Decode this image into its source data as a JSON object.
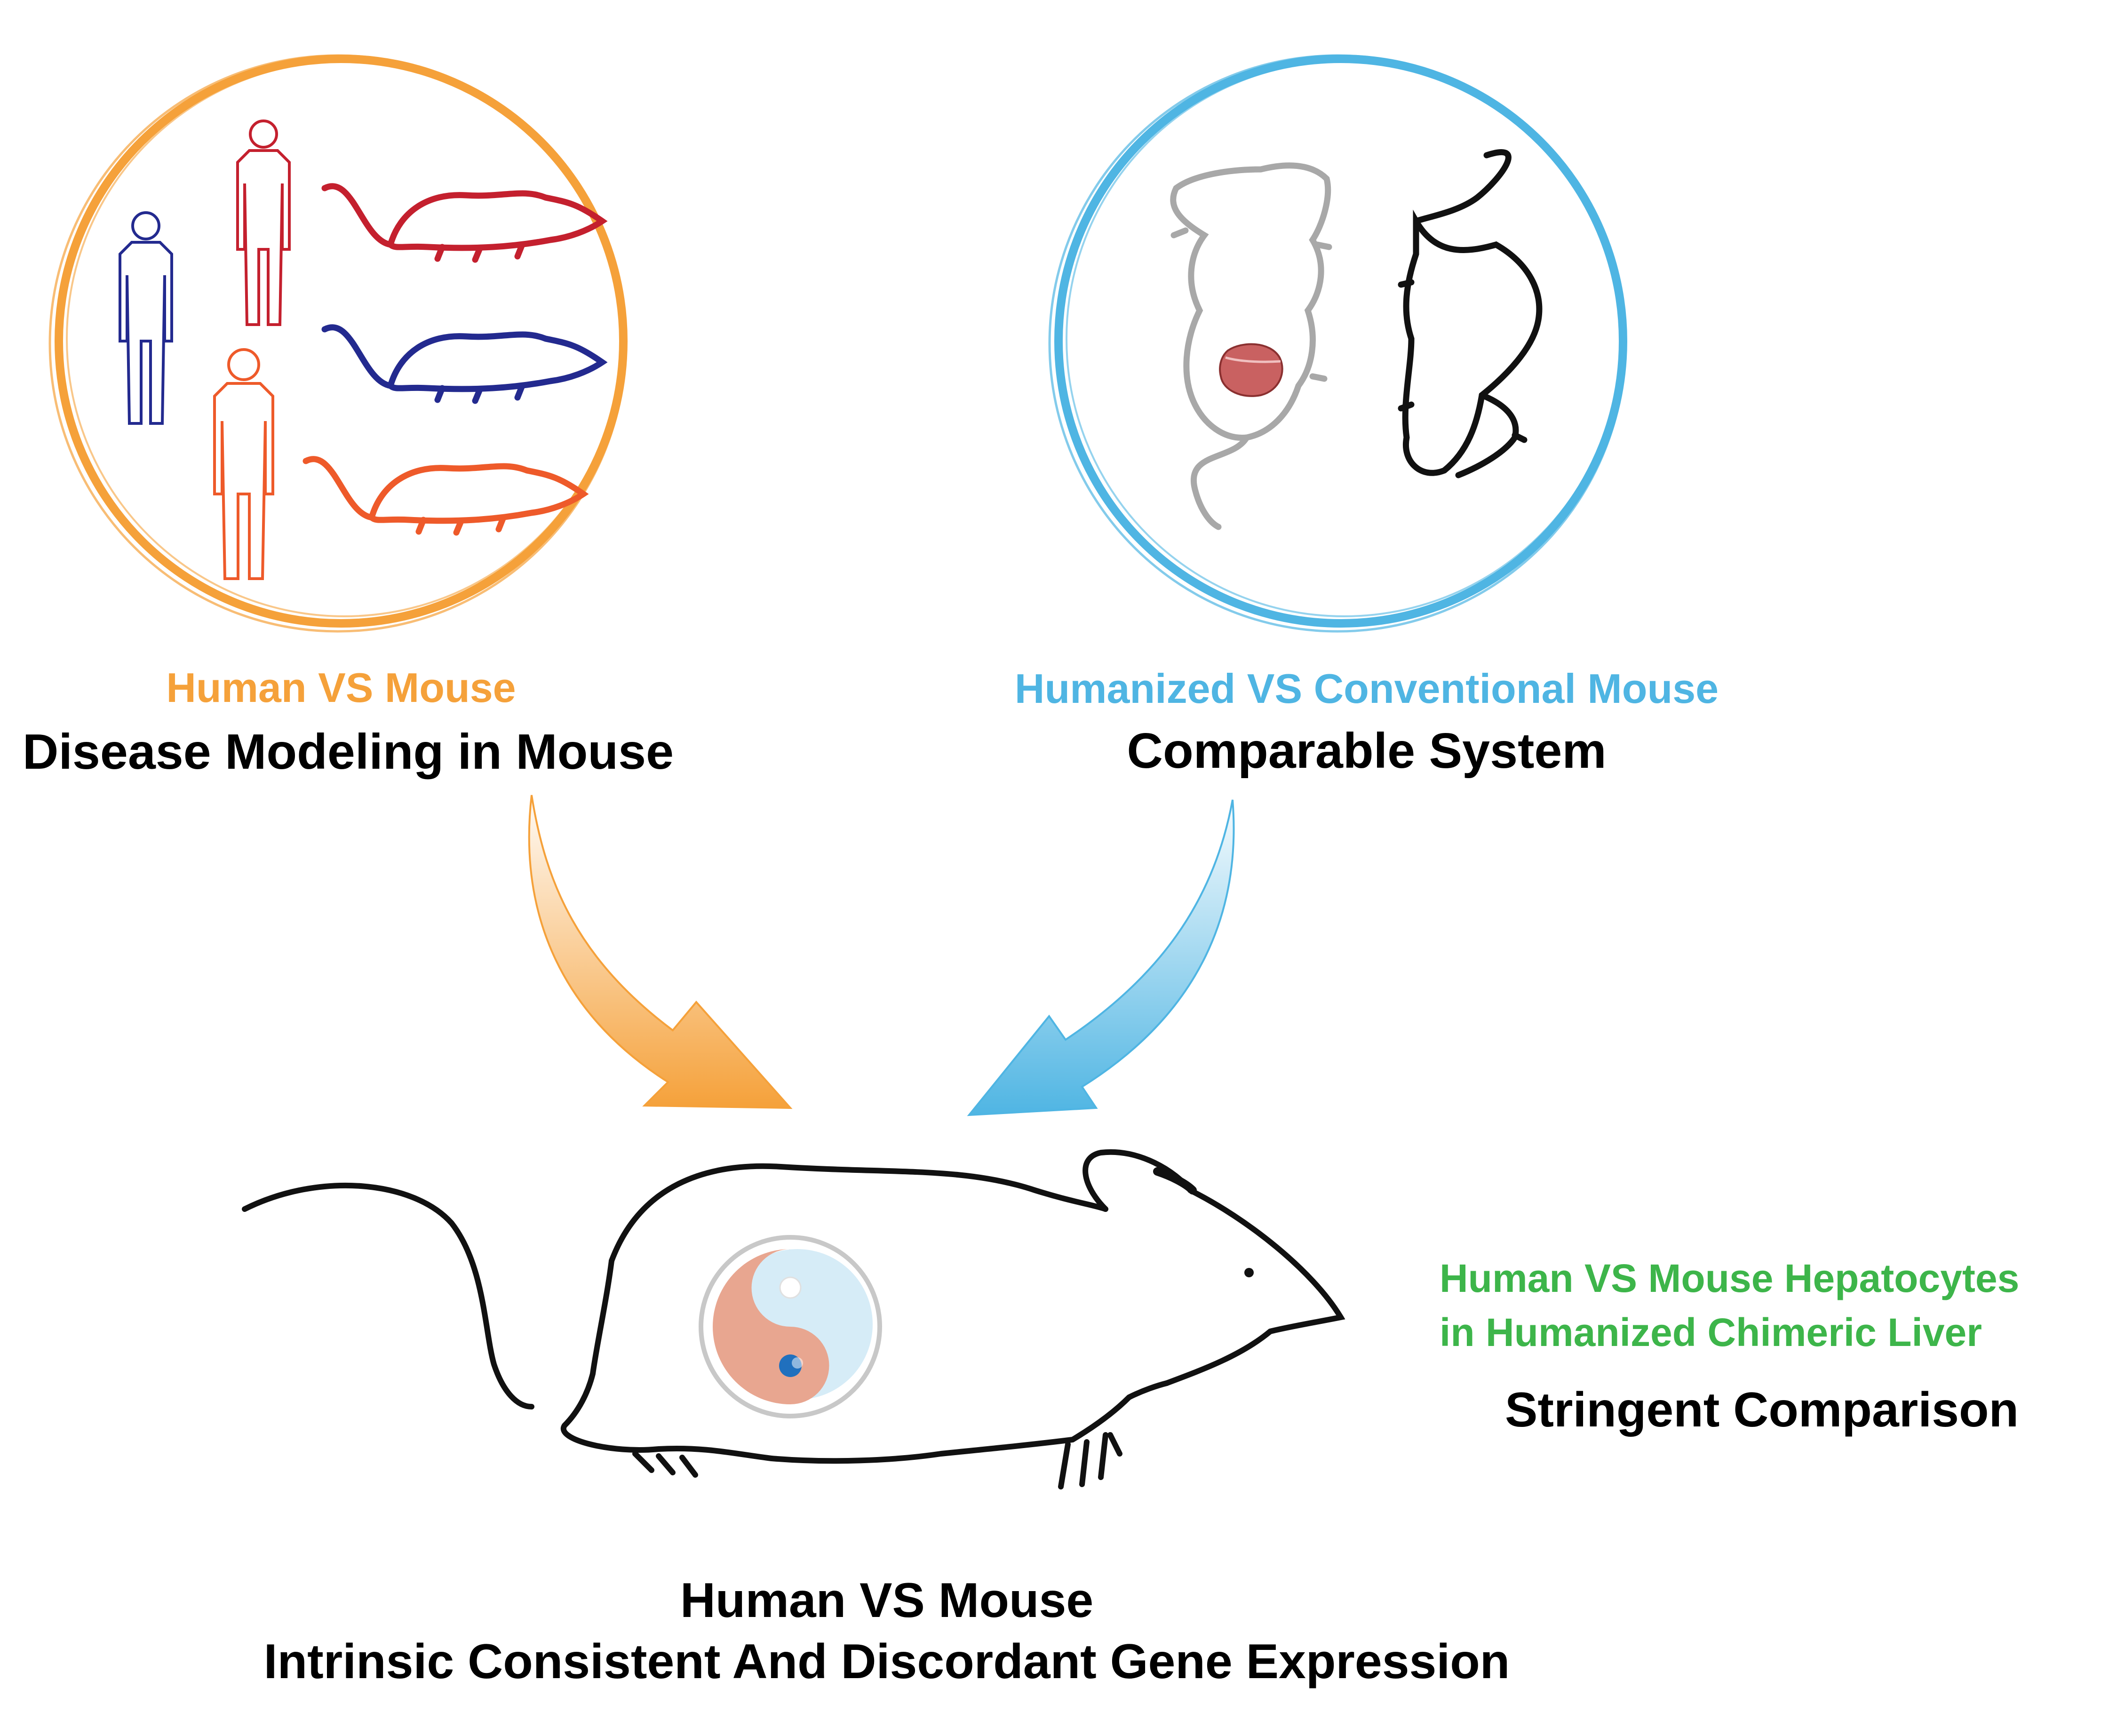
{
  "colors": {
    "orange": "#F5A13A",
    "blue": "#4FB5E3",
    "green": "#3DB54A",
    "red": "#C4202E",
    "navy": "#232A8F",
    "orange_red": "#EE5A2A",
    "yin_yang_light": "#E8A690",
    "yin_yang_dot": "#2070BE",
    "liver": "#C96161",
    "gray": "#A8A8A8",
    "ink": "#111111"
  },
  "icons": [
    "human-figure-icon",
    "mouse-icon",
    "liver-icon",
    "yin-yang-icon",
    "arrow-icon"
  ],
  "left": {
    "subtitle": "Human VS Mouse",
    "title": "Disease Modeling in Mouse"
  },
  "right": {
    "subtitle": "Humanized VS Conventional Mouse",
    "title": "Comparable System"
  },
  "side": {
    "line1": "Human VS Mouse Hepatocytes",
    "line2": "in Humanized Chimeric Liver",
    "title": "Stringent Comparison"
  },
  "bottom": {
    "line1": "Human VS Mouse",
    "line2": "Intrinsic Consistent And Discordant Gene Expression"
  }
}
